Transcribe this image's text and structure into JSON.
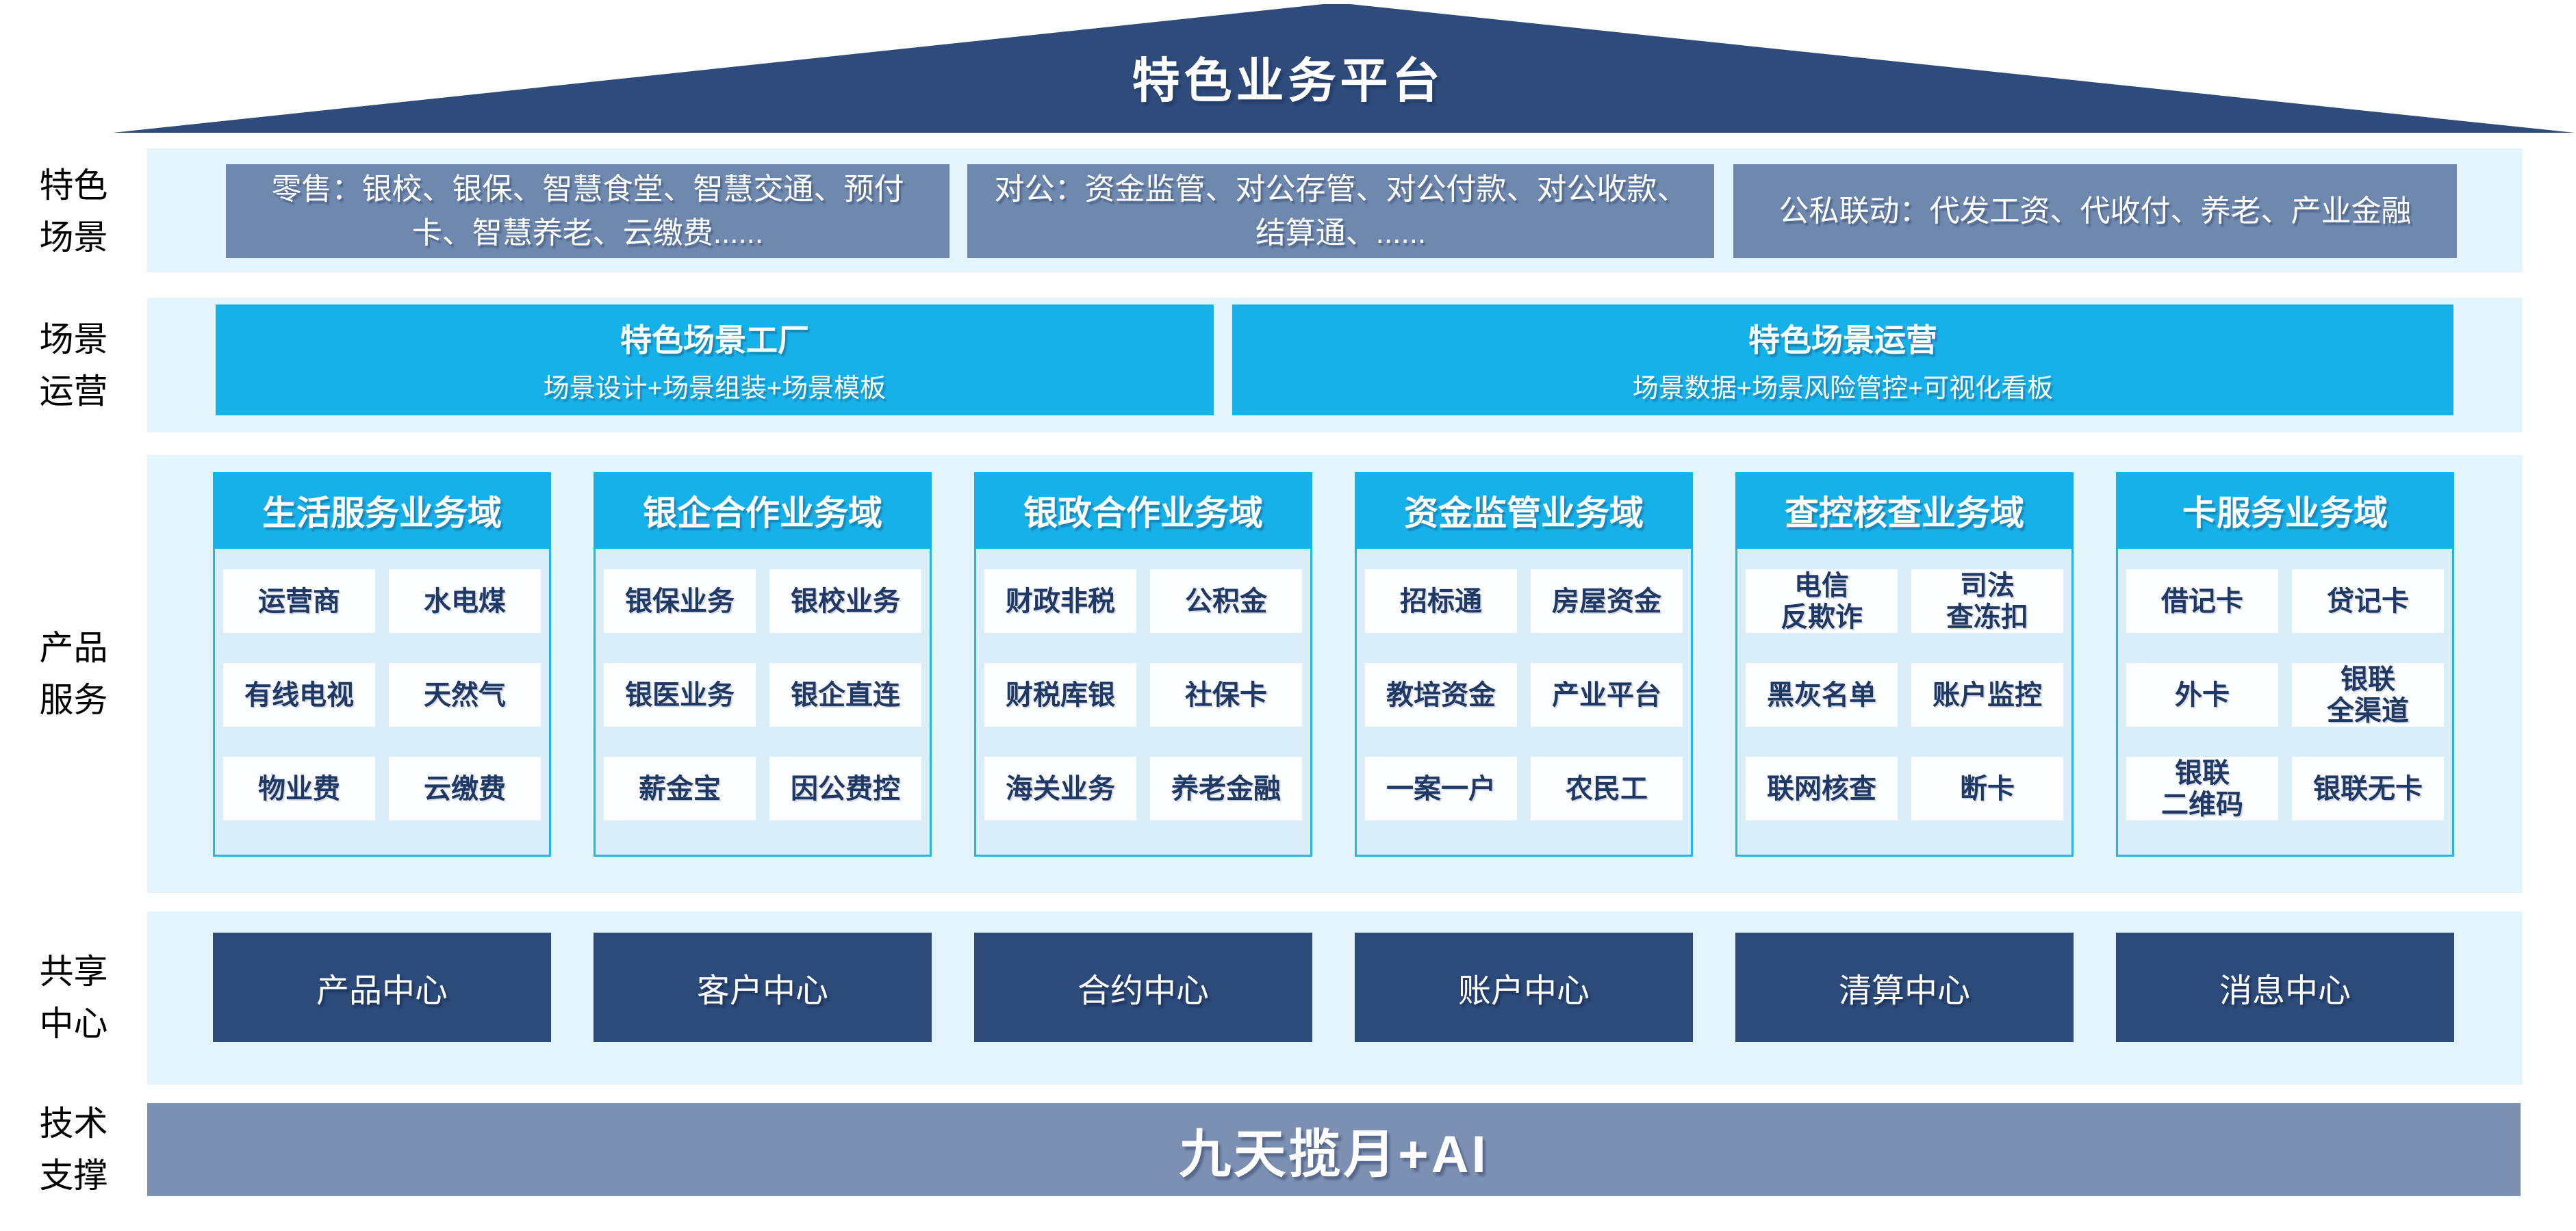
{
  "roof": {
    "title": "特色业务平台"
  },
  "colors": {
    "roof_navy": "#2E4B7C",
    "center_navy": "#2C4A7A",
    "scene_steel_blue": "#6F88AE",
    "tech_slate": "#7C90B3",
    "accent_cyan": "#17B1E9",
    "panel_light_blue": "#E3F4FC",
    "column_inner_blue": "#D9EEF9",
    "cell_white": "#FCFEFF",
    "cell_text_navy": "#1F3864"
  },
  "rows": {
    "scenes": {
      "label": "特色\n场景",
      "boxes": [
        "零售：银校、银保、智慧食堂、智慧交通、预付卡、智慧养老、云缴费......",
        "对公：资金监管、对公存管、对公付款、对公收款、结算通、......",
        "公私联动：代发工资、代收付、养老、产业金融"
      ]
    },
    "operations": {
      "label": "场景\n运营",
      "boxes": [
        {
          "title": "特色场景工厂",
          "subtitle": "场景设计+场景组装+场景模板"
        },
        {
          "title": "特色场景运营",
          "subtitle": "场景数据+场景风险管控+可视化看板"
        }
      ]
    },
    "products": {
      "label": "产品\n服务",
      "columns": [
        {
          "header": "生活服务业务域",
          "cells": [
            "运营商",
            "水电煤",
            "有线电视",
            "天然气",
            "物业费",
            "云缴费"
          ]
        },
        {
          "header": "银企合作业务域",
          "cells": [
            "银保业务",
            "银校业务",
            "银医业务",
            "银企直连",
            "薪金宝",
            "因公费控"
          ]
        },
        {
          "header": "银政合作业务域",
          "cells": [
            "财政非税",
            "公积金",
            "财税库银",
            "社保卡",
            "海关业务",
            "养老金融"
          ]
        },
        {
          "header": "资金监管业务域",
          "cells": [
            "招标通",
            "房屋资金",
            "教培资金",
            "产业平台",
            "一案一户",
            "农民工"
          ]
        },
        {
          "header": "查控核查业务域",
          "cells": [
            "电信\n反欺诈",
            "司法\n查冻扣",
            "黑灰名单",
            "账户监控",
            "联网核查",
            "断卡"
          ]
        },
        {
          "header": "卡服务业务域",
          "cells": [
            "借记卡",
            "贷记卡",
            "外卡",
            "银联\n全渠道",
            "银联\n二维码",
            "银联无卡"
          ]
        }
      ]
    },
    "centers": {
      "label": "共享\n中心",
      "boxes": [
        "产品中心",
        "客户中心",
        "合约中心",
        "账户中心",
        "清算中心",
        "消息中心"
      ]
    },
    "tech": {
      "label": "技术\n支撑",
      "bar": "九天揽月+AI"
    }
  }
}
